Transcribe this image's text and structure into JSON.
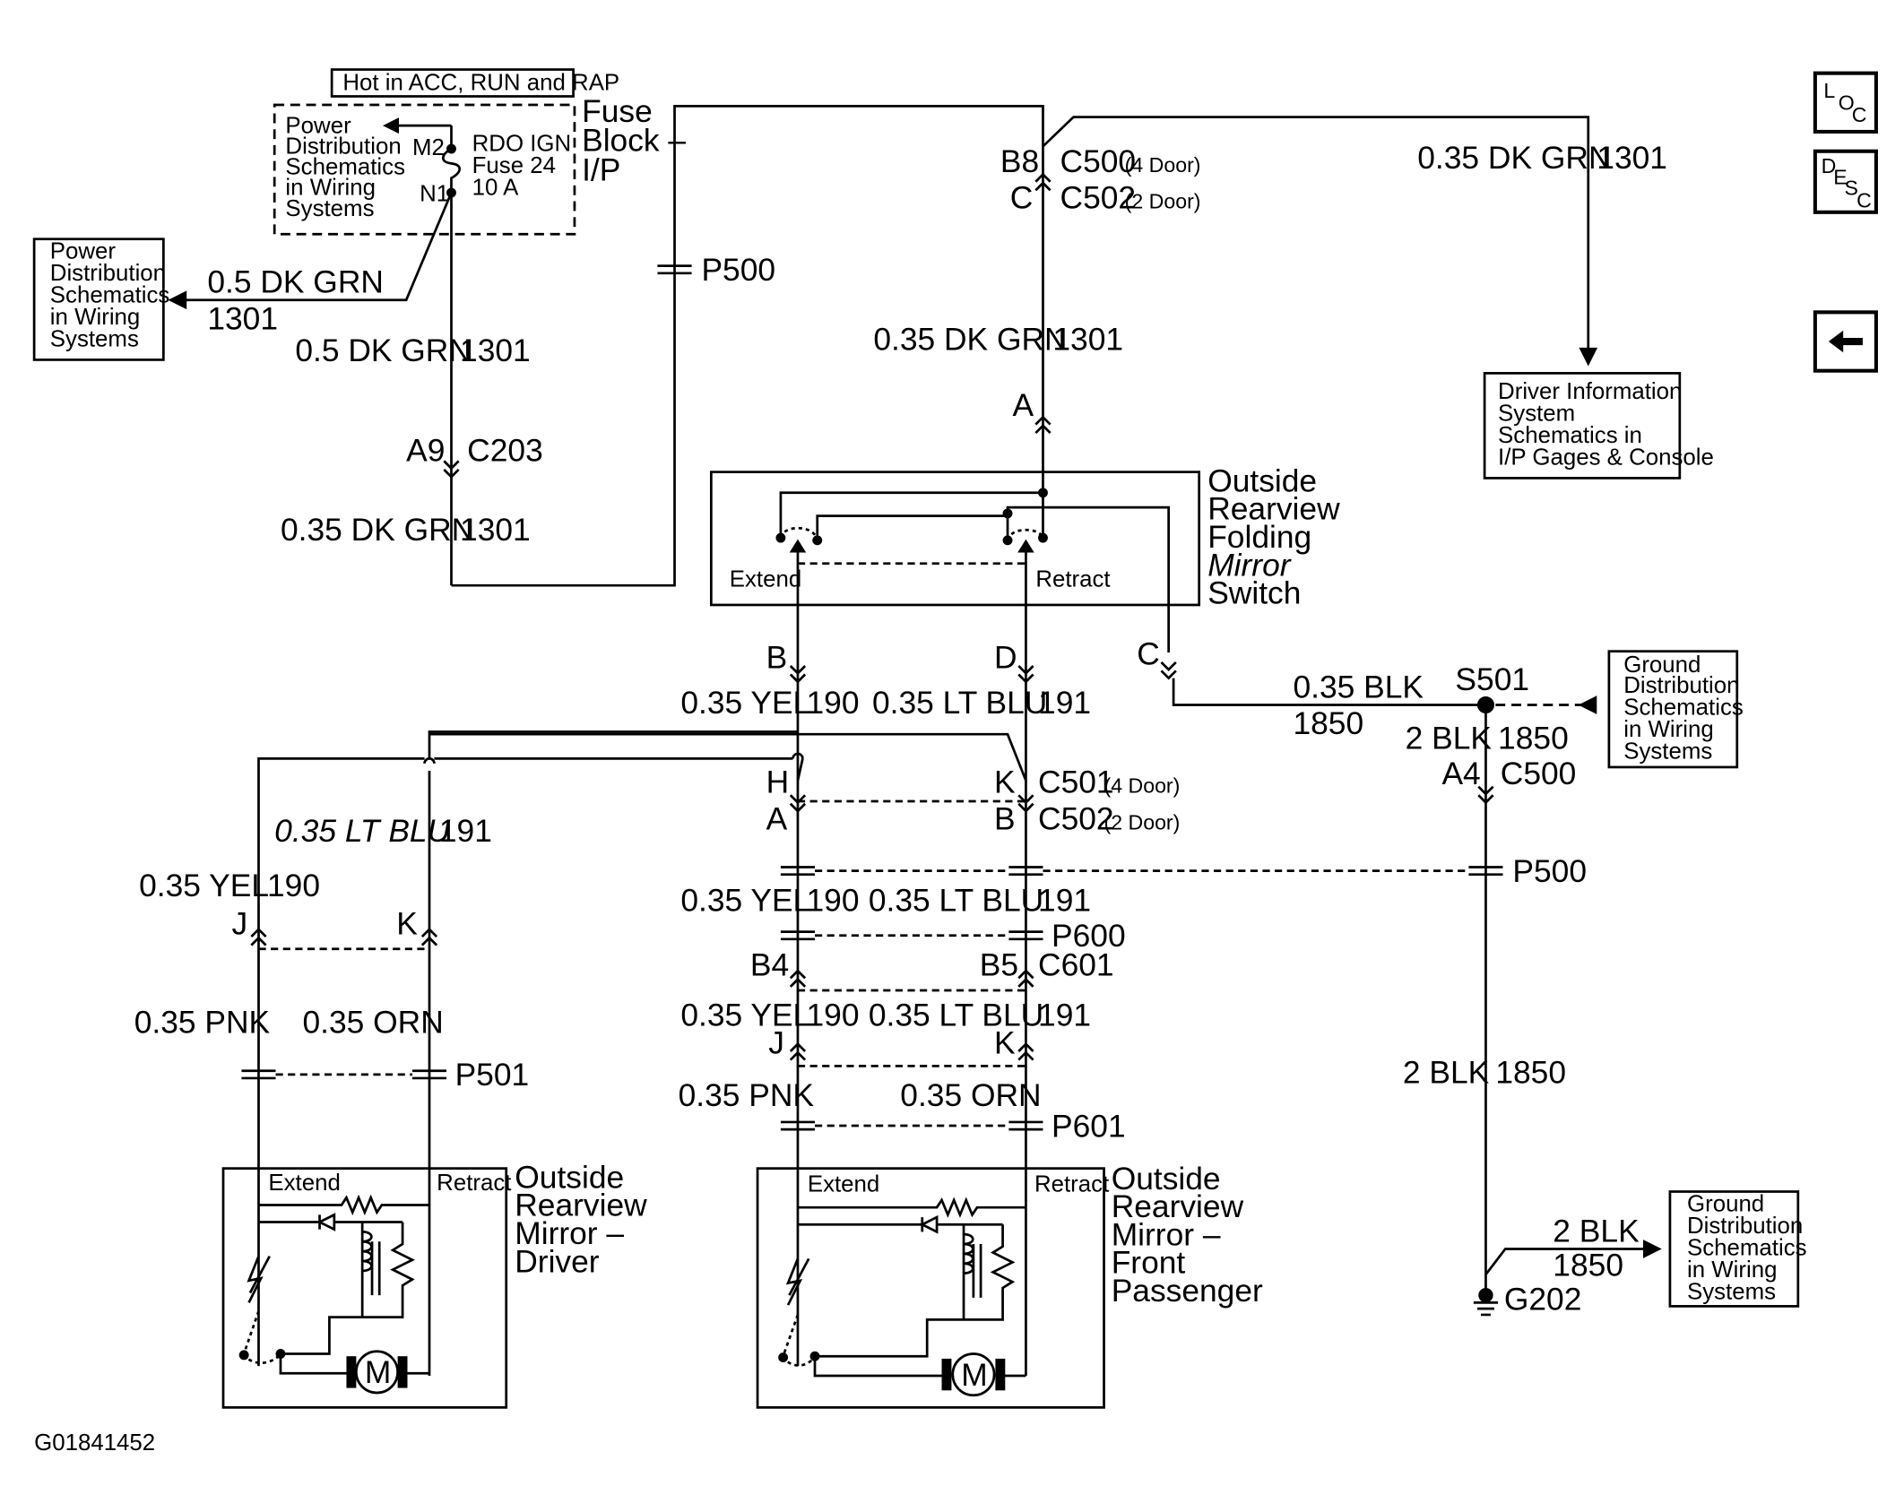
{
  "figure_id": "G01841452",
  "nav": {
    "loc_icon": "loc-icon",
    "desc_icon": "desc-icon",
    "back_icon": "back-arrow-icon"
  },
  "fuse": {
    "hot_label": "Hot in ACC, RUN and RAP",
    "pd_box": [
      "Power",
      "Distribution",
      "Schematics",
      "in Wiring",
      "Systems"
    ],
    "m2": "M2",
    "n1": "N1",
    "fuse_name": [
      "RDO IGN",
      "Fuse 24",
      "10 A"
    ],
    "block": [
      "Fuse",
      "Block –",
      "I/P"
    ]
  },
  "left_pd_box": [
    "Power",
    "Distribution",
    "Schematics",
    "in Wiring",
    "Systems"
  ],
  "wires": {
    "w05a": "0.5 DK GRN",
    "w05a_c": "1301",
    "w05b": "0.5 DK GRN",
    "w05b_c": "1301",
    "a9": "A9",
    "c203": "C203",
    "w035a": "0.35 DK GRN",
    "w035a_c": "1301",
    "p500_top": "P500",
    "b8": "B8",
    "c500": "C500",
    "c500n": "(4 Door)",
    "c": "C",
    "c502": "C502",
    "c502n": "(2 Door)",
    "w_mid": "0.35 DK GRN",
    "w_mid_c": "1301",
    "conn_a": "A",
    "w_right": "0.35 DK GRN",
    "w_right_c": "1301"
  },
  "dis_box": [
    "Driver Information",
    "System",
    "Schematics in",
    "I/P Gages & Console"
  ],
  "switch": {
    "title": [
      "Outside",
      "Rearview",
      "Folding",
      "Mirror",
      "Switch"
    ],
    "extend": "Extend",
    "retract": "Retract"
  },
  "lower": {
    "b": "B",
    "d": "D",
    "cc": "C",
    "yel1": "0.35 YEL",
    "yel1_c": "190",
    "blu1": "0.35 LT BLU",
    "blu1_c": "191",
    "blk1": "0.35 BLK",
    "blk1_c": "1850",
    "s501": "S501",
    "blk2": "2 BLK",
    "blk2_c": "1850",
    "a4": "A4",
    "c500b": "C500",
    "h": "H",
    "k": "K",
    "c501": "C501",
    "c501n": "(4 Door)",
    "a2": "A",
    "b2": "B",
    "c502b": "C502",
    "c502bn": "(2 Door)",
    "ldblu": "0.35 LT BLU",
    "ldblu_c": "191",
    "ldyel": "0.35 YEL",
    "ldyel_c": "190",
    "p500b": "P500",
    "yel2": "0.35 YEL",
    "yel2_c": "190",
    "blu2": "0.35 LT BLU",
    "blu2_c": "191",
    "j": "J",
    "k2": "K",
    "p600": "P600",
    "b4": "B4",
    "b5": "B5",
    "c601": "C601",
    "yel3": "0.35 YEL",
    "yel3_c": "190",
    "blu3": "0.35 LT BLU",
    "blu3_c": "191",
    "j3": "J",
    "k3": "K",
    "pnk1": "0.35 PNK",
    "orn1": "0.35 ORN",
    "p501": "P501",
    "pnk2": "0.35 PNK",
    "orn2": "0.35 ORN",
    "p601": "P601",
    "blk3": "2 BLK",
    "blk3_c": "1850",
    "blk4": "2 BLK",
    "blk4_c": "1850",
    "g202": "G202"
  },
  "gd_box1": [
    "Ground",
    "Distribution",
    "Schematics",
    "in Wiring",
    "Systems"
  ],
  "gd_box2": [
    "Ground",
    "Distribution",
    "Schematics",
    "in Wiring",
    "Systems"
  ],
  "mirror_driver": {
    "title": [
      "Outside",
      "Rearview",
      "Mirror –",
      "Driver"
    ],
    "extend": "Extend",
    "retract": "Retract",
    "motor": "M"
  },
  "mirror_pass": {
    "title": [
      "Outside",
      "Rearview",
      "Mirror –",
      "Front",
      "Passenger"
    ],
    "extend": "Extend",
    "retract": "Retract",
    "motor": "M"
  }
}
